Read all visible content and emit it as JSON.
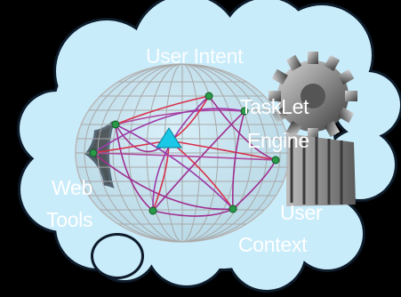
{
  "labels": {
    "user_intent": "User Intent",
    "tasklet_line1": "TaskLet",
    "tasklet_line2": "Engine",
    "web_line1": "Web",
    "web_line2": "Tools",
    "context_line1": "User",
    "context_line2": "Context"
  },
  "colors": {
    "background": "#000000",
    "cloud_fill": "#c9ecfa",
    "cloud_outline": "#0d1b2a",
    "label_text": "#ffffff",
    "gear": "#8a8a8a",
    "sphere_grid": "#b8b8b8",
    "network_lines": "#a0308f",
    "center_node": "#19c7e6"
  },
  "icons": [
    "cloud-shape",
    "wireframe-sphere",
    "network-graph",
    "gear-icon"
  ]
}
